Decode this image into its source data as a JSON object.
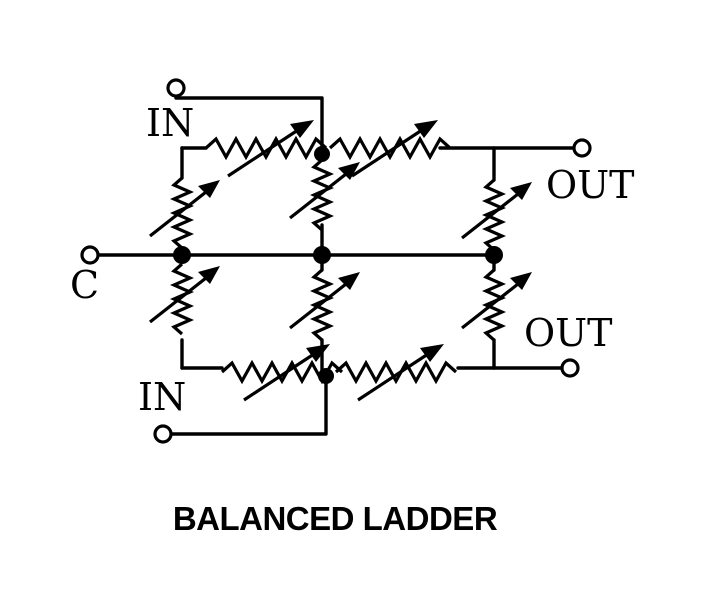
{
  "diagram": {
    "title": "BALANCED LADDER",
    "labels": {
      "in_top": "IN",
      "in_bottom": "IN",
      "out_top": "OUT",
      "out_bottom": "OUT",
      "common": "C"
    }
  }
}
